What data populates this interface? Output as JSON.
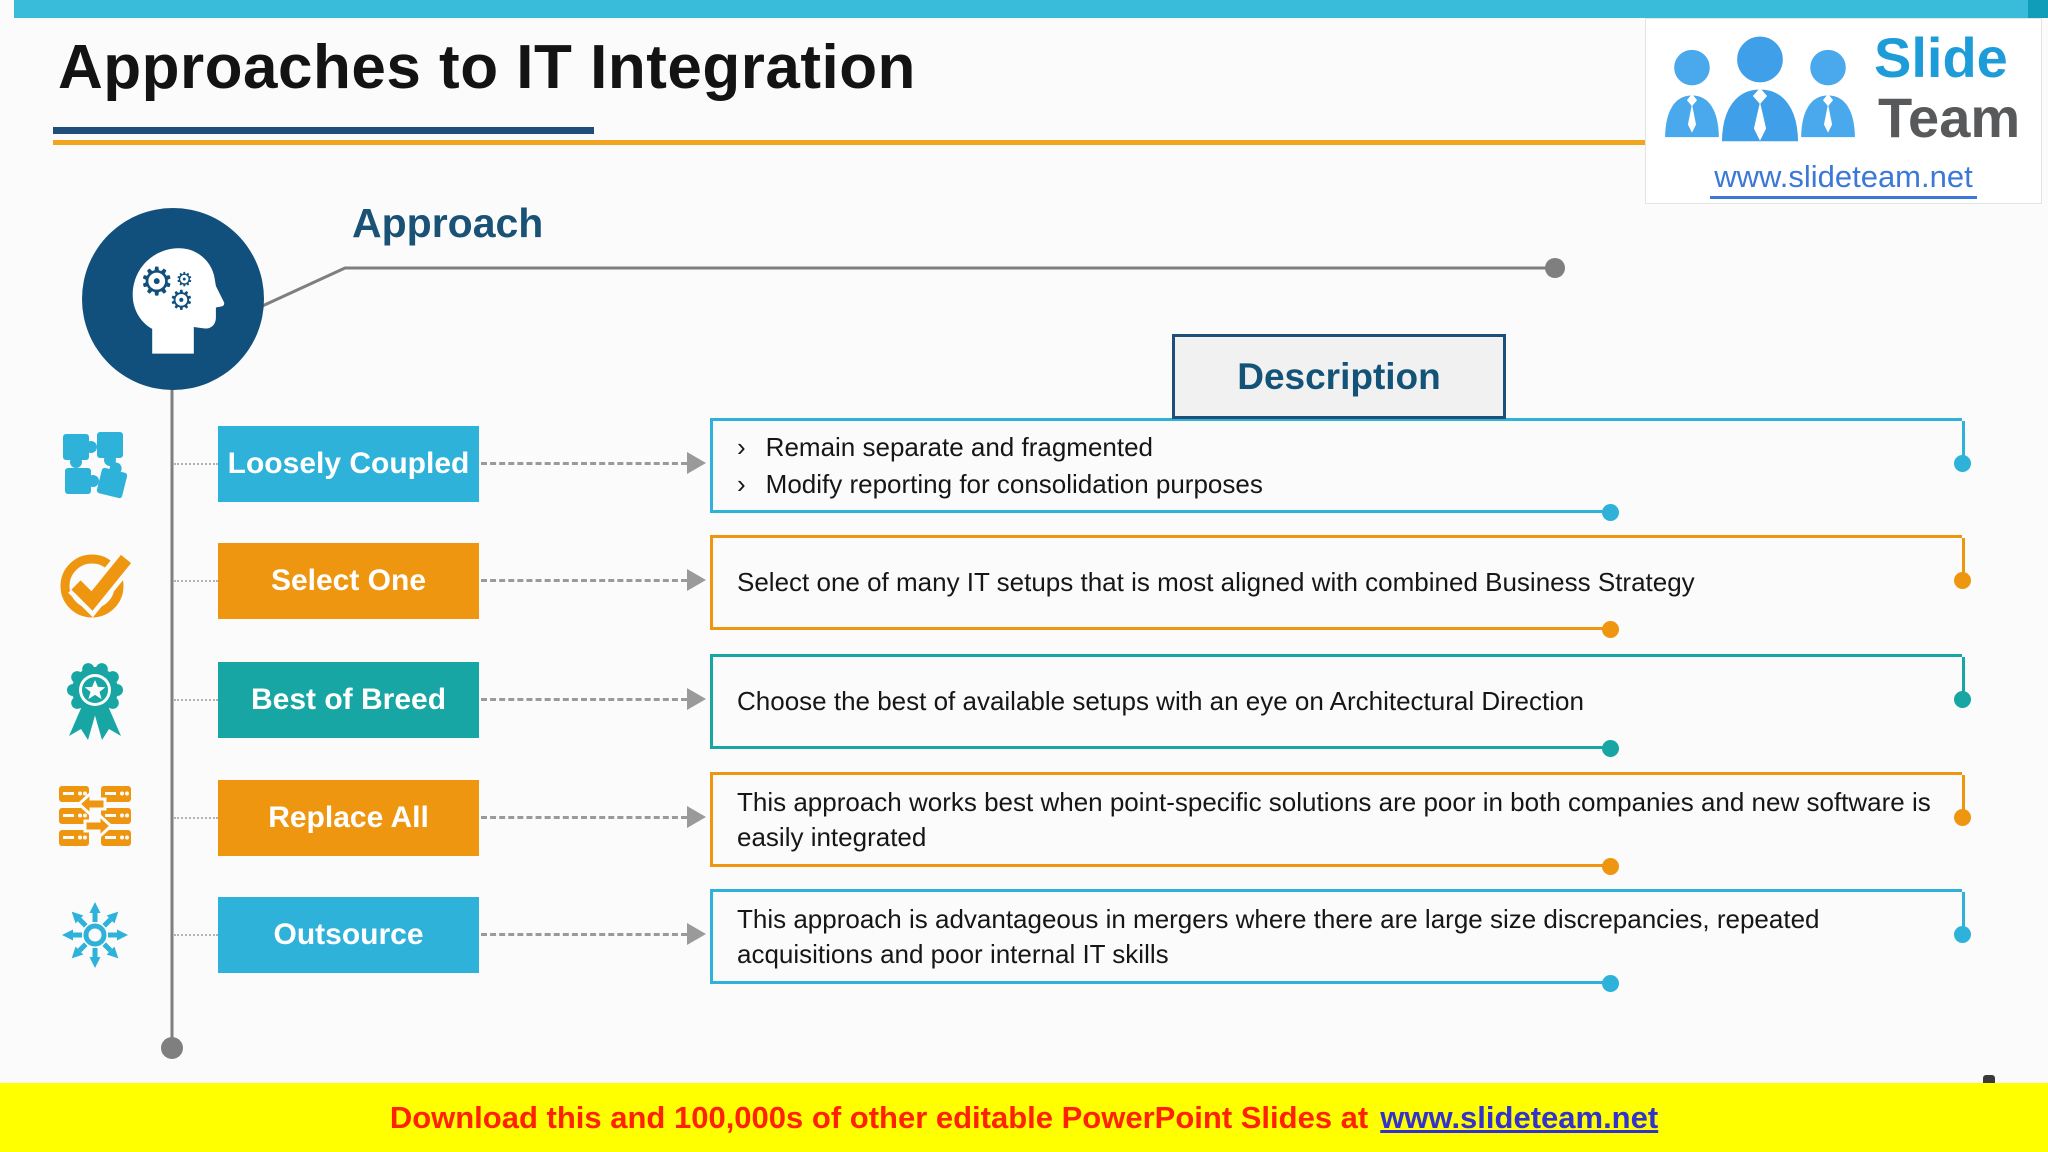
{
  "header": {
    "title": "Approaches to IT Integration"
  },
  "logo": {
    "brand_line1": "Slide",
    "brand_line2": "Team",
    "website": "www.slideteam.net"
  },
  "diagram": {
    "approach_label": "Approach",
    "description_label": "Description",
    "bullet_marker": "›",
    "rows": [
      {
        "label": "Loosely Coupled",
        "icon": "puzzle-icon",
        "color": "#2EB2D9",
        "lines": [
          "Remain separate and fragmented",
          "Modify reporting for consolidation purposes"
        ]
      },
      {
        "label": "Select One",
        "icon": "check-circle-icon",
        "color": "#EF9610",
        "lines": [
          "Select one of many IT setups that is most aligned with combined Business Strategy"
        ]
      },
      {
        "label": "Best of Breed",
        "icon": "award-ribbon-icon",
        "color": "#17A6A3",
        "lines": [
          "Choose the best of available setups with an eye on Architectural Direction"
        ]
      },
      {
        "label": "Replace All",
        "icon": "data-transfer-icon",
        "color": "#EF9610",
        "lines": [
          "This approach works best when point-specific solutions are poor in both companies and new software is easily integrated"
        ]
      },
      {
        "label": "Outsource",
        "icon": "radiating-arrows-icon",
        "color": "#2EB2D9",
        "lines": [
          "This approach is advantageous in mergers where there are large size discrepancies, repeated acquisitions and poor internal IT skills"
        ]
      }
    ]
  },
  "footer": {
    "message": "Download this and 100,000s of other editable PowerPoint Slides at",
    "link_text": "www.slideteam.net"
  },
  "colors": {
    "top_bar": "#38BCD9",
    "top_bar_corner": "#0F9DB9",
    "title_underline_navy": "#1F4E79",
    "title_underline_orange": "#F2A51E",
    "navy_circle": "#11507C",
    "connector_gray": "#7F7F7F",
    "description_header_fill": "#F1F1F2",
    "description_header_border": "#1F4E79",
    "footer_bg": "#FFFF00",
    "footer_text": "#FF2200",
    "footer_link": "#3333CC"
  }
}
